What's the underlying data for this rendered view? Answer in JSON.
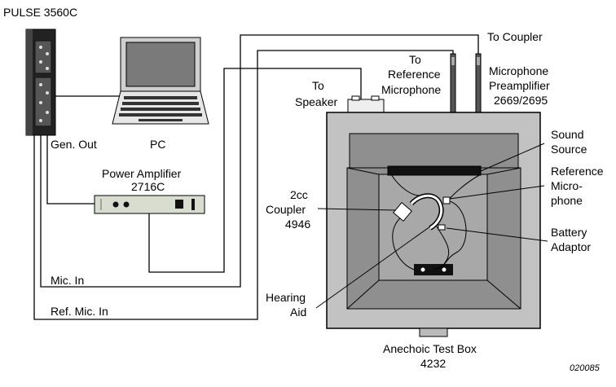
{
  "labels": {
    "pulse": "PULSE 3560C",
    "pc": "PC",
    "gen_out": "Gen. Out",
    "power_amp_line1": "Power Amplifier",
    "power_amp_line2": "2716C",
    "mic_in": "Mic. In",
    "ref_mic_in": "Ref. Mic. In",
    "to_speaker_line1": "To",
    "to_speaker_line2": "Speaker",
    "to_ref_mic_line1": "To",
    "to_ref_mic_line2": "Reference",
    "to_ref_mic_line3": "Microphone",
    "to_coupler": "To Coupler",
    "preamp_line1": "Microphone",
    "preamp_line2": "Preamplifier",
    "preamp_line3": "2669/2695",
    "sound_source_line1": "Sound",
    "sound_source_line2": "Source",
    "ref_micro_line1": "Reference",
    "ref_micro_line2": "Micro-",
    "ref_micro_line3": "phone",
    "battery_line1": "Battery",
    "battery_line2": "Adaptor",
    "coupler_line1": "2cc",
    "coupler_line2": "Coupler",
    "coupler_line3": "4946",
    "hearing_aid_line1": "Hearing",
    "hearing_aid_line2": "Aid",
    "box_line1": "Anechoic Test Box",
    "box_line2": "4232",
    "figure_id": "020085"
  }
}
